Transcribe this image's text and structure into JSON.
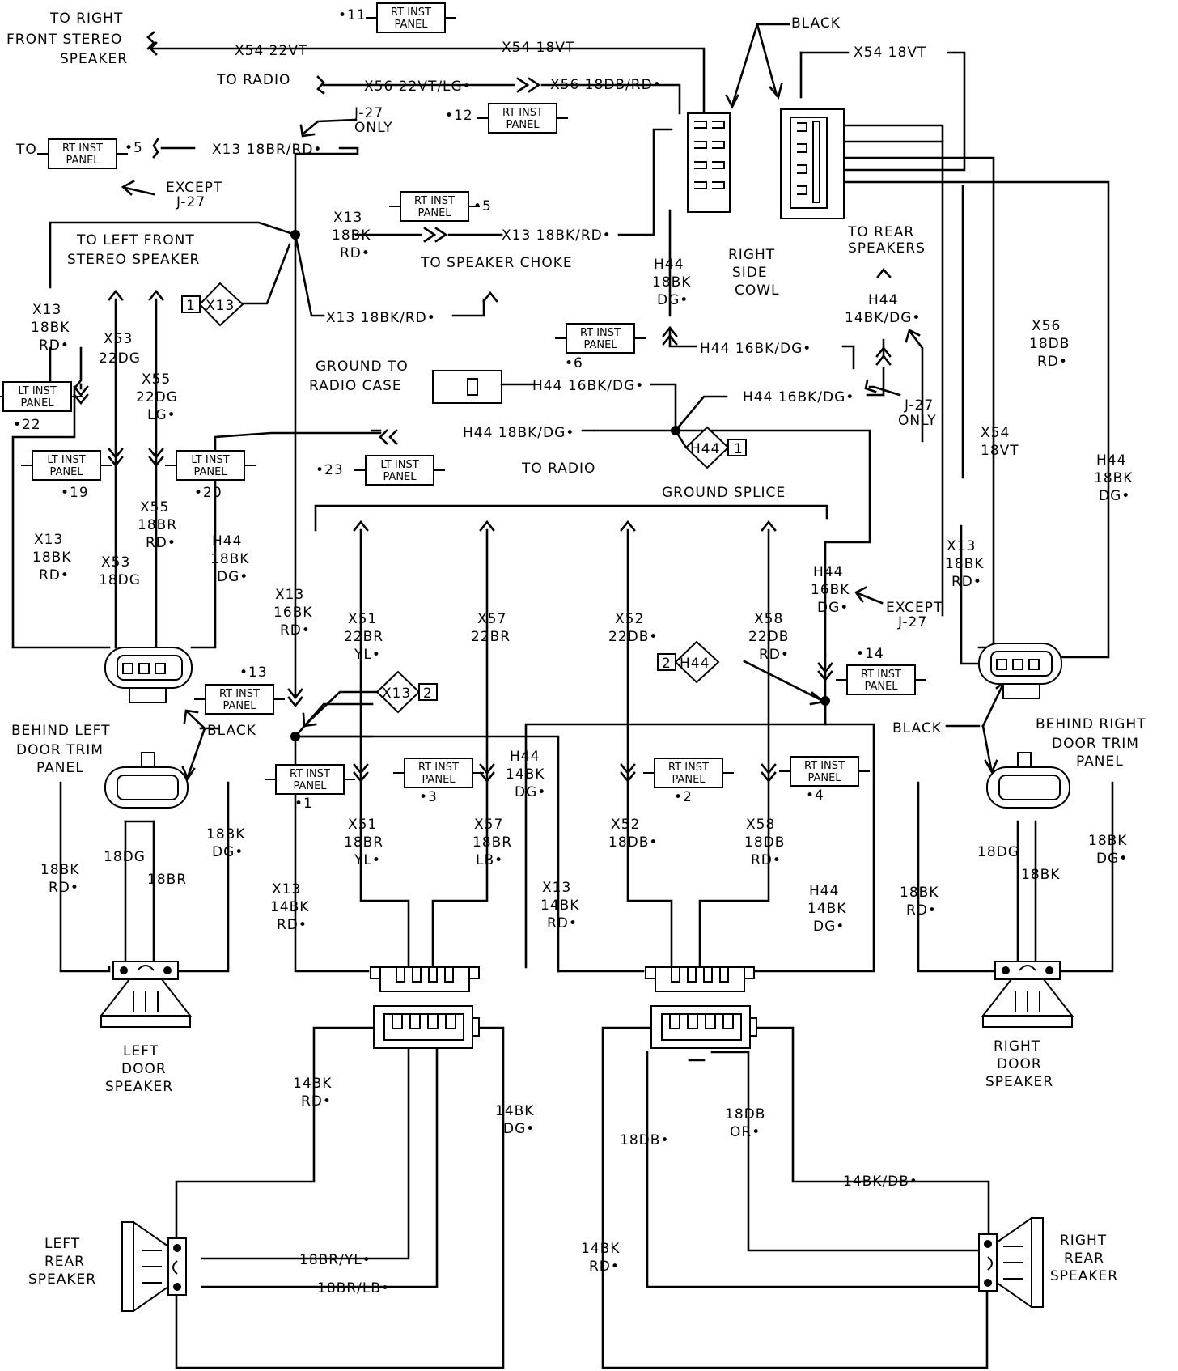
{
  "title": "",
  "labels": {
    "to_right_front_stereo_speaker_1": "TO RIGHT",
    "to_right_front_stereo_speaker_2": "FRONT STEREO",
    "to_right_front_stereo_speaker_3": "SPEAKER",
    "x54_22vt": "X54 22VT",
    "x54_18vt": "X54 18VT",
    "black_top": "BLACK",
    "to_radio_top": "TO RADIO",
    "x56_22vt_lg": "X56 22VT/LG•",
    "x56_18db_rd": "X56 18DB/RD•",
    "x54_18vt_right": "X54 18VT",
    "j27_only_1": "J-27",
    "j27_only_2": "ONLY",
    "to_left": "TO",
    "x13_18br_rd": "X13 18BR/RD•",
    "except_j27_1": "EXCEPT",
    "except_j27_2": "J-27",
    "x13_18bk_a": "X13",
    "x13_18bk_b": "18BK",
    "x13_18bk_c": "RD•",
    "x13_18bk_rd_choke": "X13 18BK/RD•",
    "to_speaker_choke": "TO SPEAKER CHOKE",
    "to_left_front_1": "TO LEFT FRONT",
    "to_left_front_2": "STEREO SPEAKER",
    "x13_18bk_rd_mid": "X13 18BK/RD•",
    "h44_18bk_dg_a": "H44",
    "h44_18bk_dg_b": "18BK",
    "h44_18bk_dg_c": "DG•",
    "right_side_cowl_1": "RIGHT",
    "right_side_cowl_2": "SIDE",
    "right_side_cowl_3": "COWL",
    "to_rear_speakers_1": "TO REAR",
    "to_rear_speakers_2": "SPEAKERS",
    "h44_14bk_dg_top_a": "H44",
    "h44_14bk_dg_top_b": "14BK/DG•",
    "x56_18db_rd_a": "X56",
    "x56_18db_rd_b": "18DB",
    "x56_18db_rd_c": "RD•",
    "x13_left_a": "X13",
    "x13_left_b": "18BK",
    "x13_left_c": "RD•",
    "x53_22dg_a": "X53",
    "x53_22dg_b": "22DG",
    "x55_22dg_a": "X55",
    "x55_22dg_b": "22DG",
    "x55_22dg_c": "LG•",
    "h44_16bk_dg_1": "H44 16BK/DG•",
    "ground_to_radio_1": "GROUND TO",
    "ground_to_radio_2": "RADIO CASE",
    "h44_16bk_dg_2": "H44 16BK/DG•",
    "h44_16bk_dg_3": "H44 16BK/DG•",
    "j27_only_r1": "J-27",
    "j27_only_r2": "ONLY",
    "h44_18bk_dg_radio": "H44 18BK/DG•",
    "to_radio_mid": "TO RADIO",
    "ground_splice": "GROUND SPLICE",
    "x54_18vt_v_a": "X54",
    "x54_18vt_v_b": "18VT",
    "h44_18bk_dg_r_a": "H44",
    "h44_18bk_dg_r_b": "18BK",
    "h44_18bk_dg_r_c": "DG•",
    "x13_ll_a": "X13",
    "x13_ll_b": "18BK",
    "x13_ll_c": "RD•",
    "x53_18dg_a": "X53",
    "x53_18dg_b": "18DG",
    "x55_18br_a": "X55",
    "x55_18br_b": "18BR",
    "x55_18br_c": "RD•",
    "h44_18bk_l_a": "H44",
    "h44_18bk_l_b": "18BK",
    "h44_18bk_l_c": "DG•",
    "x13_16bk_a": "X13",
    "x13_16bk_b": "16BK",
    "x13_16bk_c": "RD•",
    "x51_22br_a": "X51",
    "x51_22br_b": "22BR",
    "x51_22br_c": "YL•",
    "x57_22br_a": "X57",
    "x57_22br_b": "22BR",
    "x52_22db_a": "X52",
    "x52_22db_b": "22DB•",
    "x58_22db_a": "X58",
    "x58_22db_b": "22DB",
    "x58_22db_c": "RD•",
    "h44_16bk_dg_r_a": "H44",
    "h44_16bk_dg_r_b": "16BK",
    "h44_16bk_dg_r_c": "DG•",
    "except_j27_r1": "EXCEPT",
    "except_j27_r2": "J-27",
    "x13_rr_a": "X13",
    "x13_rr_b": "18BK",
    "x13_rr_c": "RD•",
    "behind_left_1": "BEHIND LEFT",
    "behind_left_2": "DOOR TRIM",
    "behind_left_3": "PANEL",
    "black_left": "BLACK",
    "black_right": "BLACK",
    "behind_right_1": "BEHIND RIGHT",
    "behind_right_2": "DOOR TRIM",
    "behind_right_3": "PANEL",
    "h44_14bk_dg_m_a": "H44",
    "h44_14bk_dg_m_b": "14BK",
    "h44_14bk_dg_m_c": "DG•",
    "x51_18br_a": "X51",
    "x51_18br_b": "18BR",
    "x51_18br_c": "YL•",
    "x57_18br_a": "X57",
    "x57_18br_b": "18BR",
    "x57_18br_c": "LB•",
    "x52_18db_a": "X52",
    "x52_18db_b": "18DB•",
    "x58_18db_a": "X58",
    "x58_18db_b": "18DB",
    "x58_18db_c": "RD•",
    "ld_18dg": "18DG",
    "ld_18br": "18BR",
    "ld_18bk_rd_a": "18BK",
    "ld_18bk_rd_b": "RD•",
    "ld_18bk_dg_a": "18BK",
    "ld_18bk_dg_b": "DG•",
    "x13_14bk_l_a": "X13",
    "x13_14bk_l_b": "14BK",
    "x13_14bk_l_c": "RD•",
    "x13_14bk_m_a": "X13",
    "x13_14bk_m_b": "14BK",
    "x13_14bk_m_c": "RD•",
    "h44_14bk_dg_r2_a": "H44",
    "h44_14bk_dg_r2_b": "14BK",
    "h44_14bk_dg_r2_c": "DG•",
    "rd_18dg": "18DG",
    "rd_18bk": "18BK",
    "rd_18bk_rd_a": "18BK",
    "rd_18bk_rd_b": "RD•",
    "rd_18bk_dg_a": "18BK",
    "rd_18bk_dg_b": "DG•",
    "left_door_speaker_1": "LEFT",
    "left_door_speaker_2": "DOOR",
    "left_door_speaker_3": "SPEAKER",
    "right_door_speaker_1": "RIGHT",
    "right_door_speaker_2": "DOOR",
    "right_door_speaker_3": "SPEAKER",
    "rear_14bk_rd_l_a": "14BK",
    "rear_14bk_rd_l_b": "RD•",
    "rear_14bk_dg_a": "14BK",
    "rear_14bk_dg_b": "DG•",
    "rear_18db": "18DB•",
    "rear_18db_or_a": "18DB",
    "rear_18db_or_b": "OR•",
    "rear_14bk_db": "14BK/DB•",
    "rear_18br_yl": "18BR/YL•",
    "rear_18br_lb": "18BR/LB•",
    "rear_14bk_rd_r_a": "14BK",
    "rear_14bk_rd_r_b": "RD•",
    "left_rear_1": "LEFT",
    "left_rear_2": "REAR",
    "left_rear_3": "SPEAKER",
    "right_rear_1": "RIGHT",
    "right_rear_2": "REAR",
    "right_rear_3": "SPEAKER"
  },
  "panel_tags": {
    "rt_inst_1": "RT INST",
    "rt_inst_2": "PANEL",
    "lt_inst_1": "LT INST",
    "lt_inst_2": "PANEL"
  },
  "connector_refs": {
    "n11": "•11",
    "n12": "•12",
    "n5a": "•5",
    "n5b": "•5",
    "n6": "•6",
    "n22": "•22",
    "n19": "•19",
    "n20": "•20",
    "n23": "•23",
    "n13": "•13",
    "n14": "•14",
    "n1": "•1",
    "n3": "•3",
    "n2": "•2",
    "n4": "•4"
  },
  "splice_tags": {
    "x13_a_num": "1",
    "x13_a_name": "X13",
    "x13_b_name": "X13",
    "x13_b_num": "2",
    "h44_a_name": "H44",
    "h44_a_num": "1",
    "h44_b_num": "2",
    "h44_b_name": "H44"
  }
}
